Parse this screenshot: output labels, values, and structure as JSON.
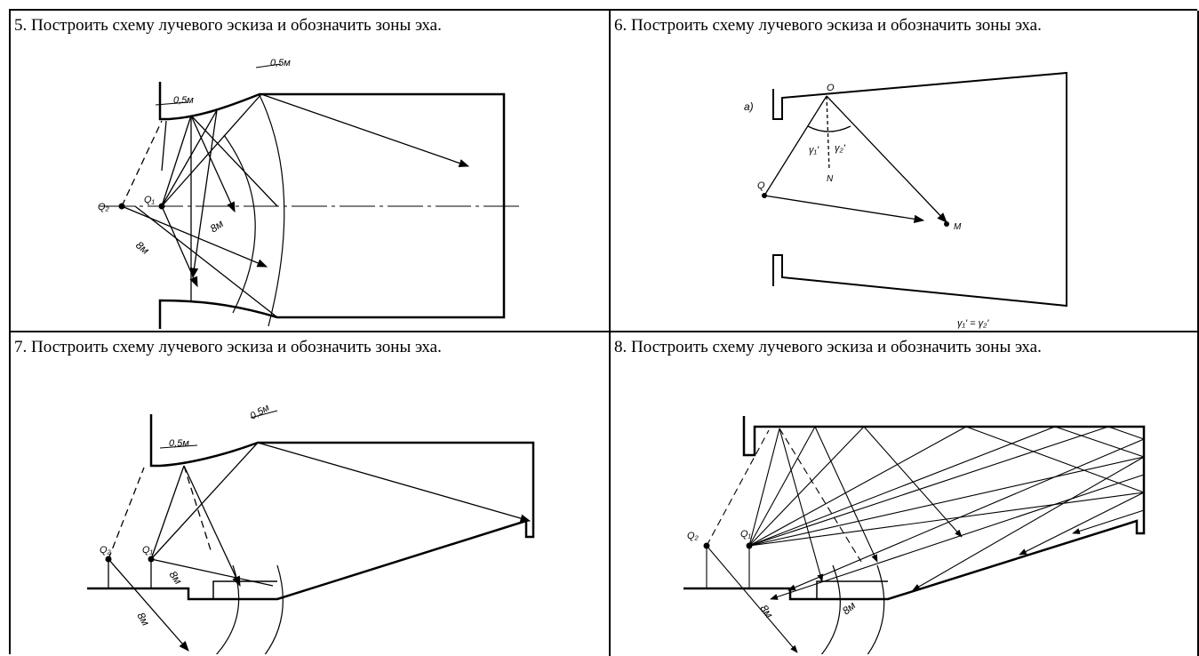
{
  "tasks": [
    {
      "text": "5. Построить схему лучевого эскиза и обозначить зоны эха.",
      "labels": {
        "gap_left": "0,5м",
        "gap_right": "0,5м",
        "source_q2": "Q₂",
        "source_q1": "Q₁",
        "radius_a": "8м",
        "radius_b": "8м"
      }
    },
    {
      "text": "6. Построить схему лучевого эскиза и обозначить зоны эха.",
      "labels": {
        "fig_letter": "а)",
        "point_o_top": "О",
        "point_q": "Q",
        "angle_left": "γ₁'",
        "angle_right": "γ₂'",
        "normal": "N",
        "point_m": "M",
        "equation": "γ₁' = γ₂'"
      }
    },
    {
      "text": "7. Построить схему лучевого эскиза и обозначить зоны эха.",
      "labels": {
        "gap_left": "0,5м",
        "gap_right": "0,5м",
        "source_q2": "Q₂",
        "source_q1": "Q₁",
        "radius_a": "8м",
        "radius_b": "8м"
      }
    },
    {
      "text": "8. Построить схему лучевого эскиза и обозначить зоны эха.",
      "labels": {
        "source_q2": "Q₂",
        "source_q1": "Q₁",
        "radius_a": "8м",
        "radius_b": "8м"
      }
    }
  ]
}
